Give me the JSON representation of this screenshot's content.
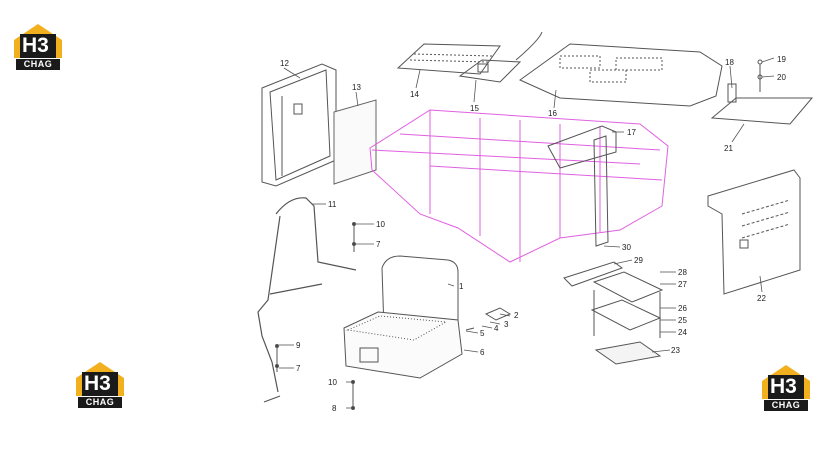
{
  "logos": [
    {
      "mark": "H3",
      "brand": "CHAG"
    },
    {
      "mark": "H3",
      "brand": "CHAG"
    },
    {
      "mark": "H3",
      "brand": "CHAG"
    }
  ],
  "colors": {
    "accent": "#f2b01e",
    "outline": "#555555",
    "frame": "#e060e0",
    "logo_dark": "#1a1a1a"
  },
  "callouts": [
    "1",
    "2",
    "3",
    "4",
    "5",
    "6",
    "7",
    "8",
    "9",
    "10",
    "11",
    "12",
    "13",
    "14",
    "15",
    "16",
    "17",
    "18",
    "19",
    "20",
    "21",
    "22",
    "23",
    "24",
    "25",
    "26",
    "27",
    "28",
    "29",
    "30"
  ]
}
